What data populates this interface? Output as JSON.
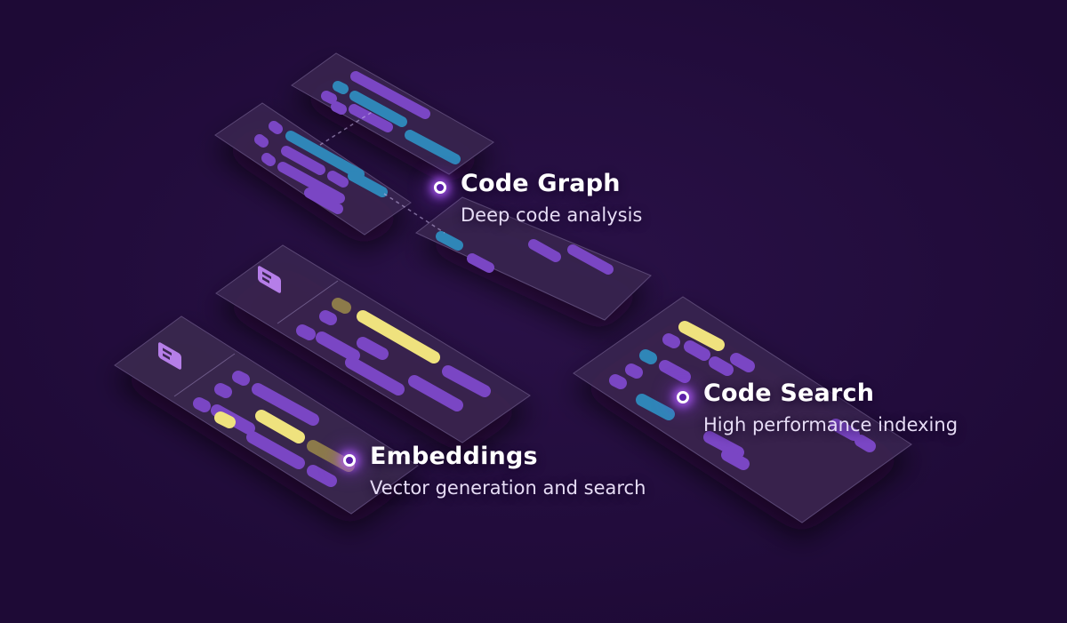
{
  "features": [
    {
      "id": "code-graph",
      "title": "Code Graph",
      "subtitle": "Deep code analysis"
    },
    {
      "id": "embeddings",
      "title": "Embeddings",
      "subtitle": "Vector generation and search"
    },
    {
      "id": "code-search",
      "title": "Code Search",
      "subtitle": "High performance indexing"
    }
  ],
  "colors": {
    "background": "#1e0a36",
    "card": "#3a2750",
    "bar_purple": "#7a46c4",
    "bar_teal": "#2f86b8",
    "bar_yellow": "#efe27e",
    "glow": "#b25cff"
  },
  "icons": [
    "document-icon",
    "document-icon"
  ]
}
